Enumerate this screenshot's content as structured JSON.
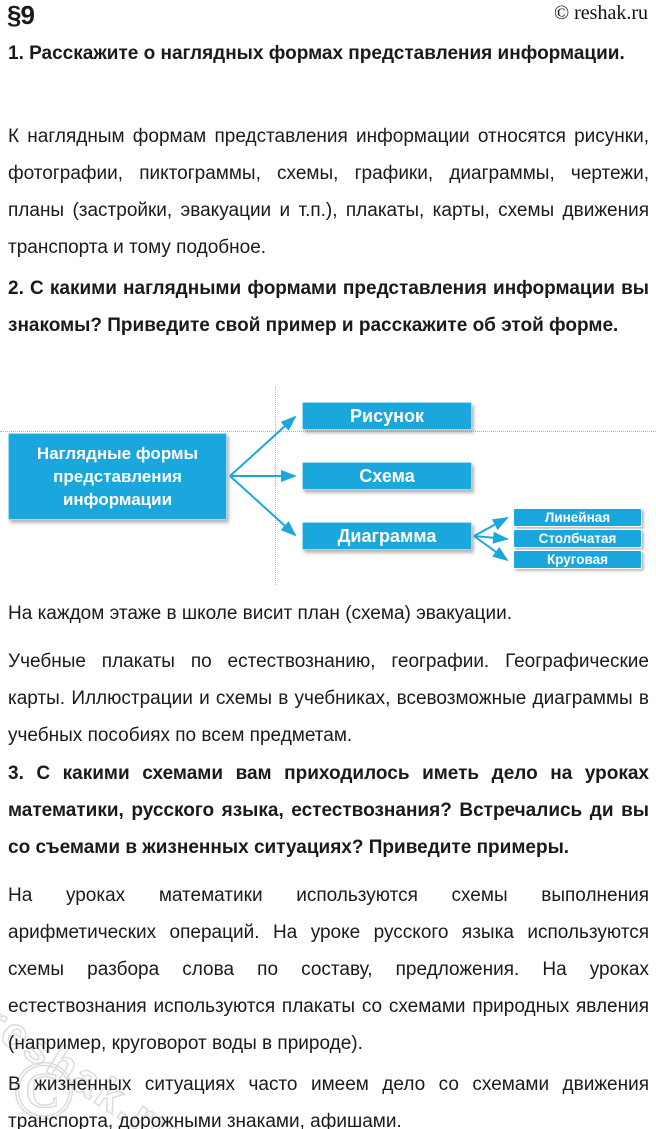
{
  "header": {
    "section": "§9",
    "copyright": "© reshak.ru"
  },
  "qa": [
    {
      "question": "1. Расскажите о наглядных формах представления информации.",
      "answers": [
        "К наглядным формам представления информации относятся рисунки, фотографии, пиктограммы, схемы, графики, диаграммы, чертежи, планы (застройки, эвакуации и т.п.), плакаты, карты, схемы движения транспорта и тому подобное."
      ]
    },
    {
      "question": "2. С какими наглядными формами представления информации вы знакомы? Приведите свой пример и расскажите об этой форме.",
      "answers": [
        "На каждом этаже в школе висит план (схема) эвакуации.",
        "Учебные плакаты по естествознанию, географии. Географические карты. Иллюстрации и схемы в учебниках, всевозможные диаграммы в учебных пособиях по всем предметам."
      ]
    },
    {
      "question": "3. С какими схемами вам приходилось иметь дело на уроках математики, русского языка, естествознания? Встречались ди вы со съемами в жизненных ситуациях? Приведите примеры.",
      "answers": [
        "На уроках математики используются схемы выполнения арифметических операций. На уроке русского языка используются схемы разбора слова по составу, предложения. На уроках естествознания используются плакаты со схемами природных явления (например, круговорот воды в природе).",
        "В жизненных ситуациях часто имеем дело со схемами движения транспорта, дорожными знаками, афишами."
      ]
    }
  ],
  "diagram": {
    "root": "Наглядные формы представления информации",
    "level1": [
      "Рисунок",
      "Схема",
      "Диаграмма"
    ],
    "level2": [
      "Линейная",
      "Столбчатая",
      "Круговая"
    ],
    "accent_color": "#1aa7de"
  },
  "watermark": {
    "symbol": "©",
    "text": "reshak.ru"
  }
}
